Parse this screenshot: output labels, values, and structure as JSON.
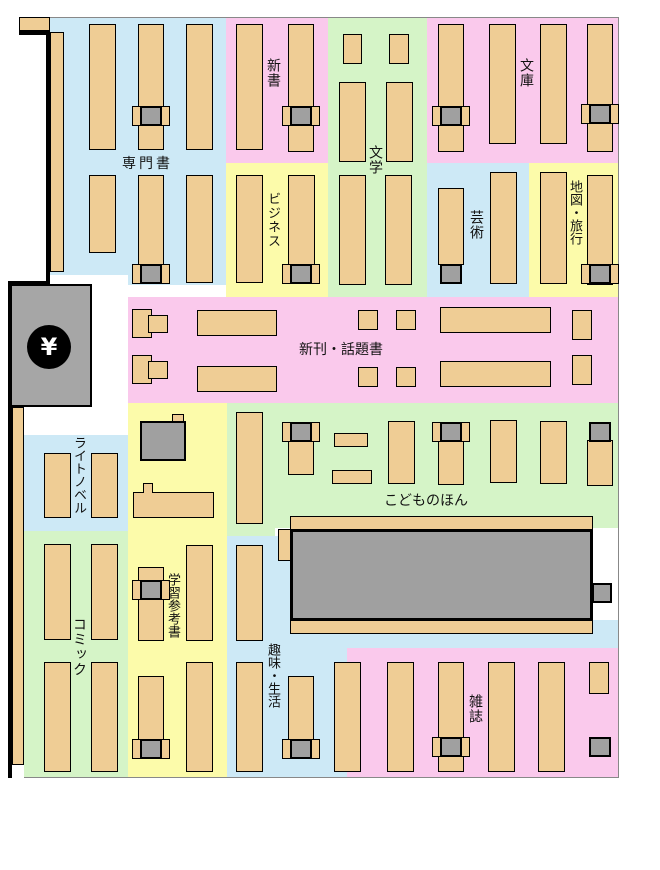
{
  "map": {
    "register_symbol": "¥",
    "sections": {
      "senmon": "専門書",
      "shinsho": "新書",
      "bungaku": "文学",
      "bunko": "文庫",
      "business": "ビジネス",
      "geijutsu": "芸術",
      "chizu": "地図・旅行",
      "shinkan": "新刊・話題書",
      "light_novel": "ライトノベル",
      "kodomo": "こどものほん",
      "gakushu": "学習参考書",
      "comic": "コミック",
      "shumi": "趣味・生活",
      "zasshi": "雑誌"
    },
    "colors": {
      "blue": "#cde9f6",
      "pink": "#fac9ec",
      "green": "#d5f4c7",
      "yellow": "#fcfbaa",
      "shelf": "#efcd95",
      "pillar": "#a0a0a0"
    }
  }
}
